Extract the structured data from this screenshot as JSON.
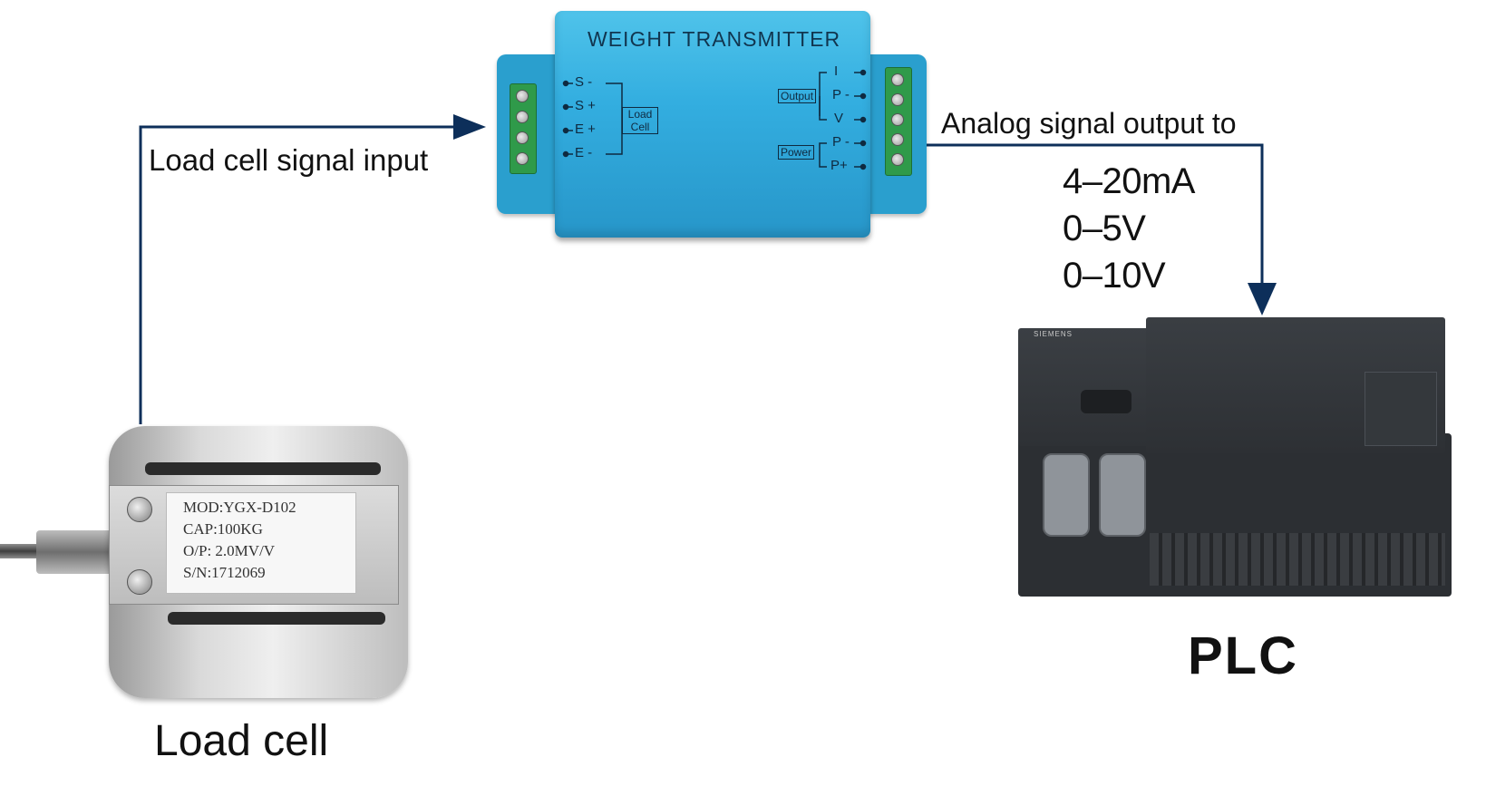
{
  "transmitter": {
    "title": "WEIGHT  TRANSMITTER",
    "input_pins": [
      "S -",
      "S +",
      "E +",
      "E -"
    ],
    "input_group_label": "Load Cell",
    "output_pins": [
      "I",
      "P -",
      "V",
      "P -",
      "P+"
    ],
    "output_group_label": "Output",
    "power_group_label": "Power"
  },
  "captions": {
    "input": "Load cell signal input",
    "output": "Analog signal output to",
    "signals": [
      "4–20mA",
      "0–5V",
      "0–10V"
    ]
  },
  "load_cell": {
    "caption": "Load cell",
    "label_lines": [
      "MOD:YGX-D102",
      "CAP:100KG",
      "O/P: 2.0MV/V",
      "S/N:1712069"
    ]
  },
  "plc": {
    "caption": "PLC",
    "brand": "SIEMENS"
  },
  "colors": {
    "arrow": "#0d2f5a",
    "transmitter": "#33aee0"
  }
}
